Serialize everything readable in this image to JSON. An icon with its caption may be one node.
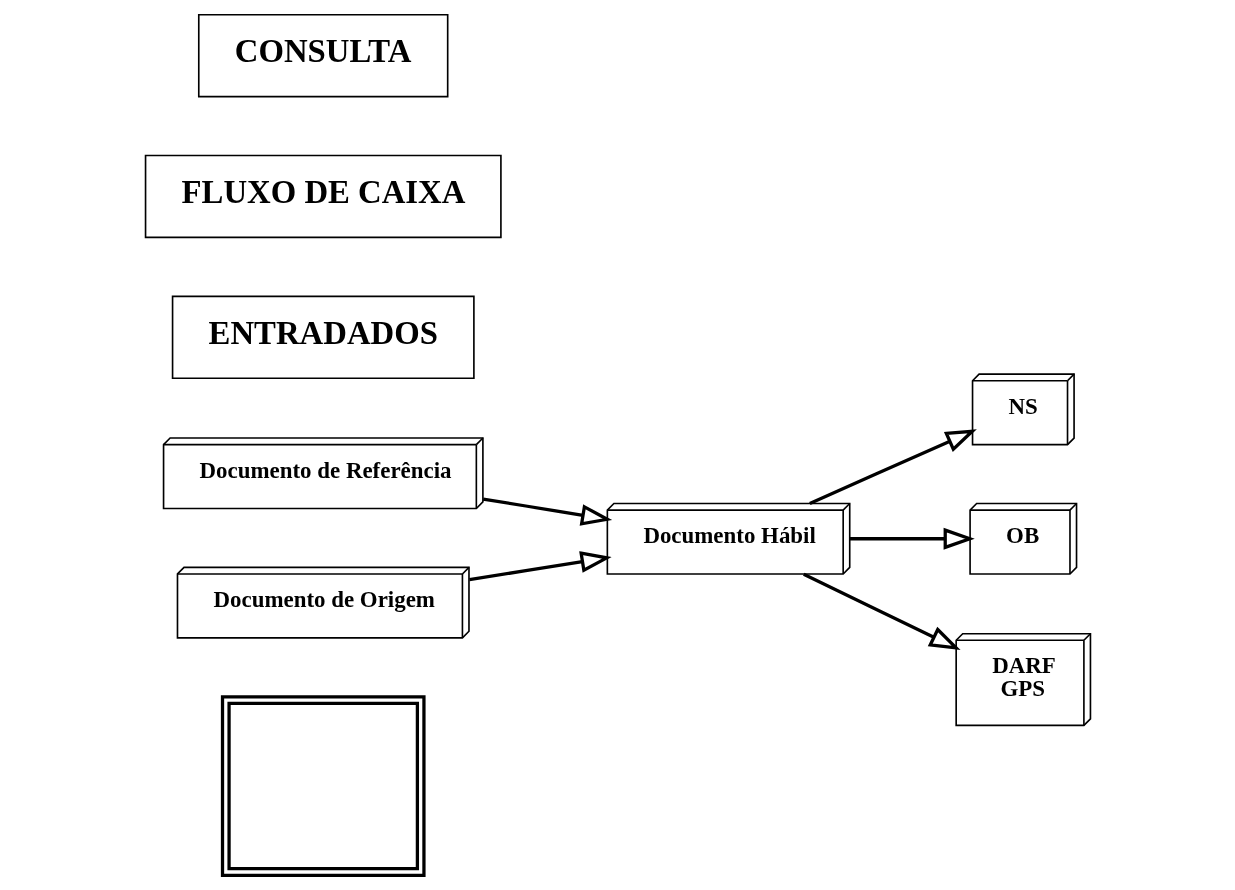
{
  "diagram": {
    "nodes": [
      {
        "text": [],
        "shape": "box"
      },
      {
        "text": [
          "Documento de Referência"
        ]
      },
      {
        "text": [
          "NS"
        ]
      },
      {
        "text": [
          "Documento de Origem"
        ]
      },
      {
        "text": [
          "Documento Hábil"
        ]
      },
      {
        "text": [
          "OB"
        ]
      },
      {
        "text": [
          "DARF",
          "GPS"
        ]
      },
      {
        "text": [
          "ENTRADADOS"
        ]
      },
      {
        "text": [
          "FLUXO DE CAIXA"
        ]
      },
      {
        "text": [
          "CONSULTA"
        ]
      }
    ],
    "edges": [
      {
        "from": 1,
        "to": 4,
        "arrow": "to"
      },
      {
        "from": 3,
        "to": 4,
        "arrow": "to"
      },
      {
        "from": 4,
        "to": 2,
        "arrow": "to"
      },
      {
        "from": 4,
        "to": 5,
        "arrow": "to"
      },
      {
        "from": 4,
        "to": 6,
        "arrow": "to"
      }
    ]
  }
}
